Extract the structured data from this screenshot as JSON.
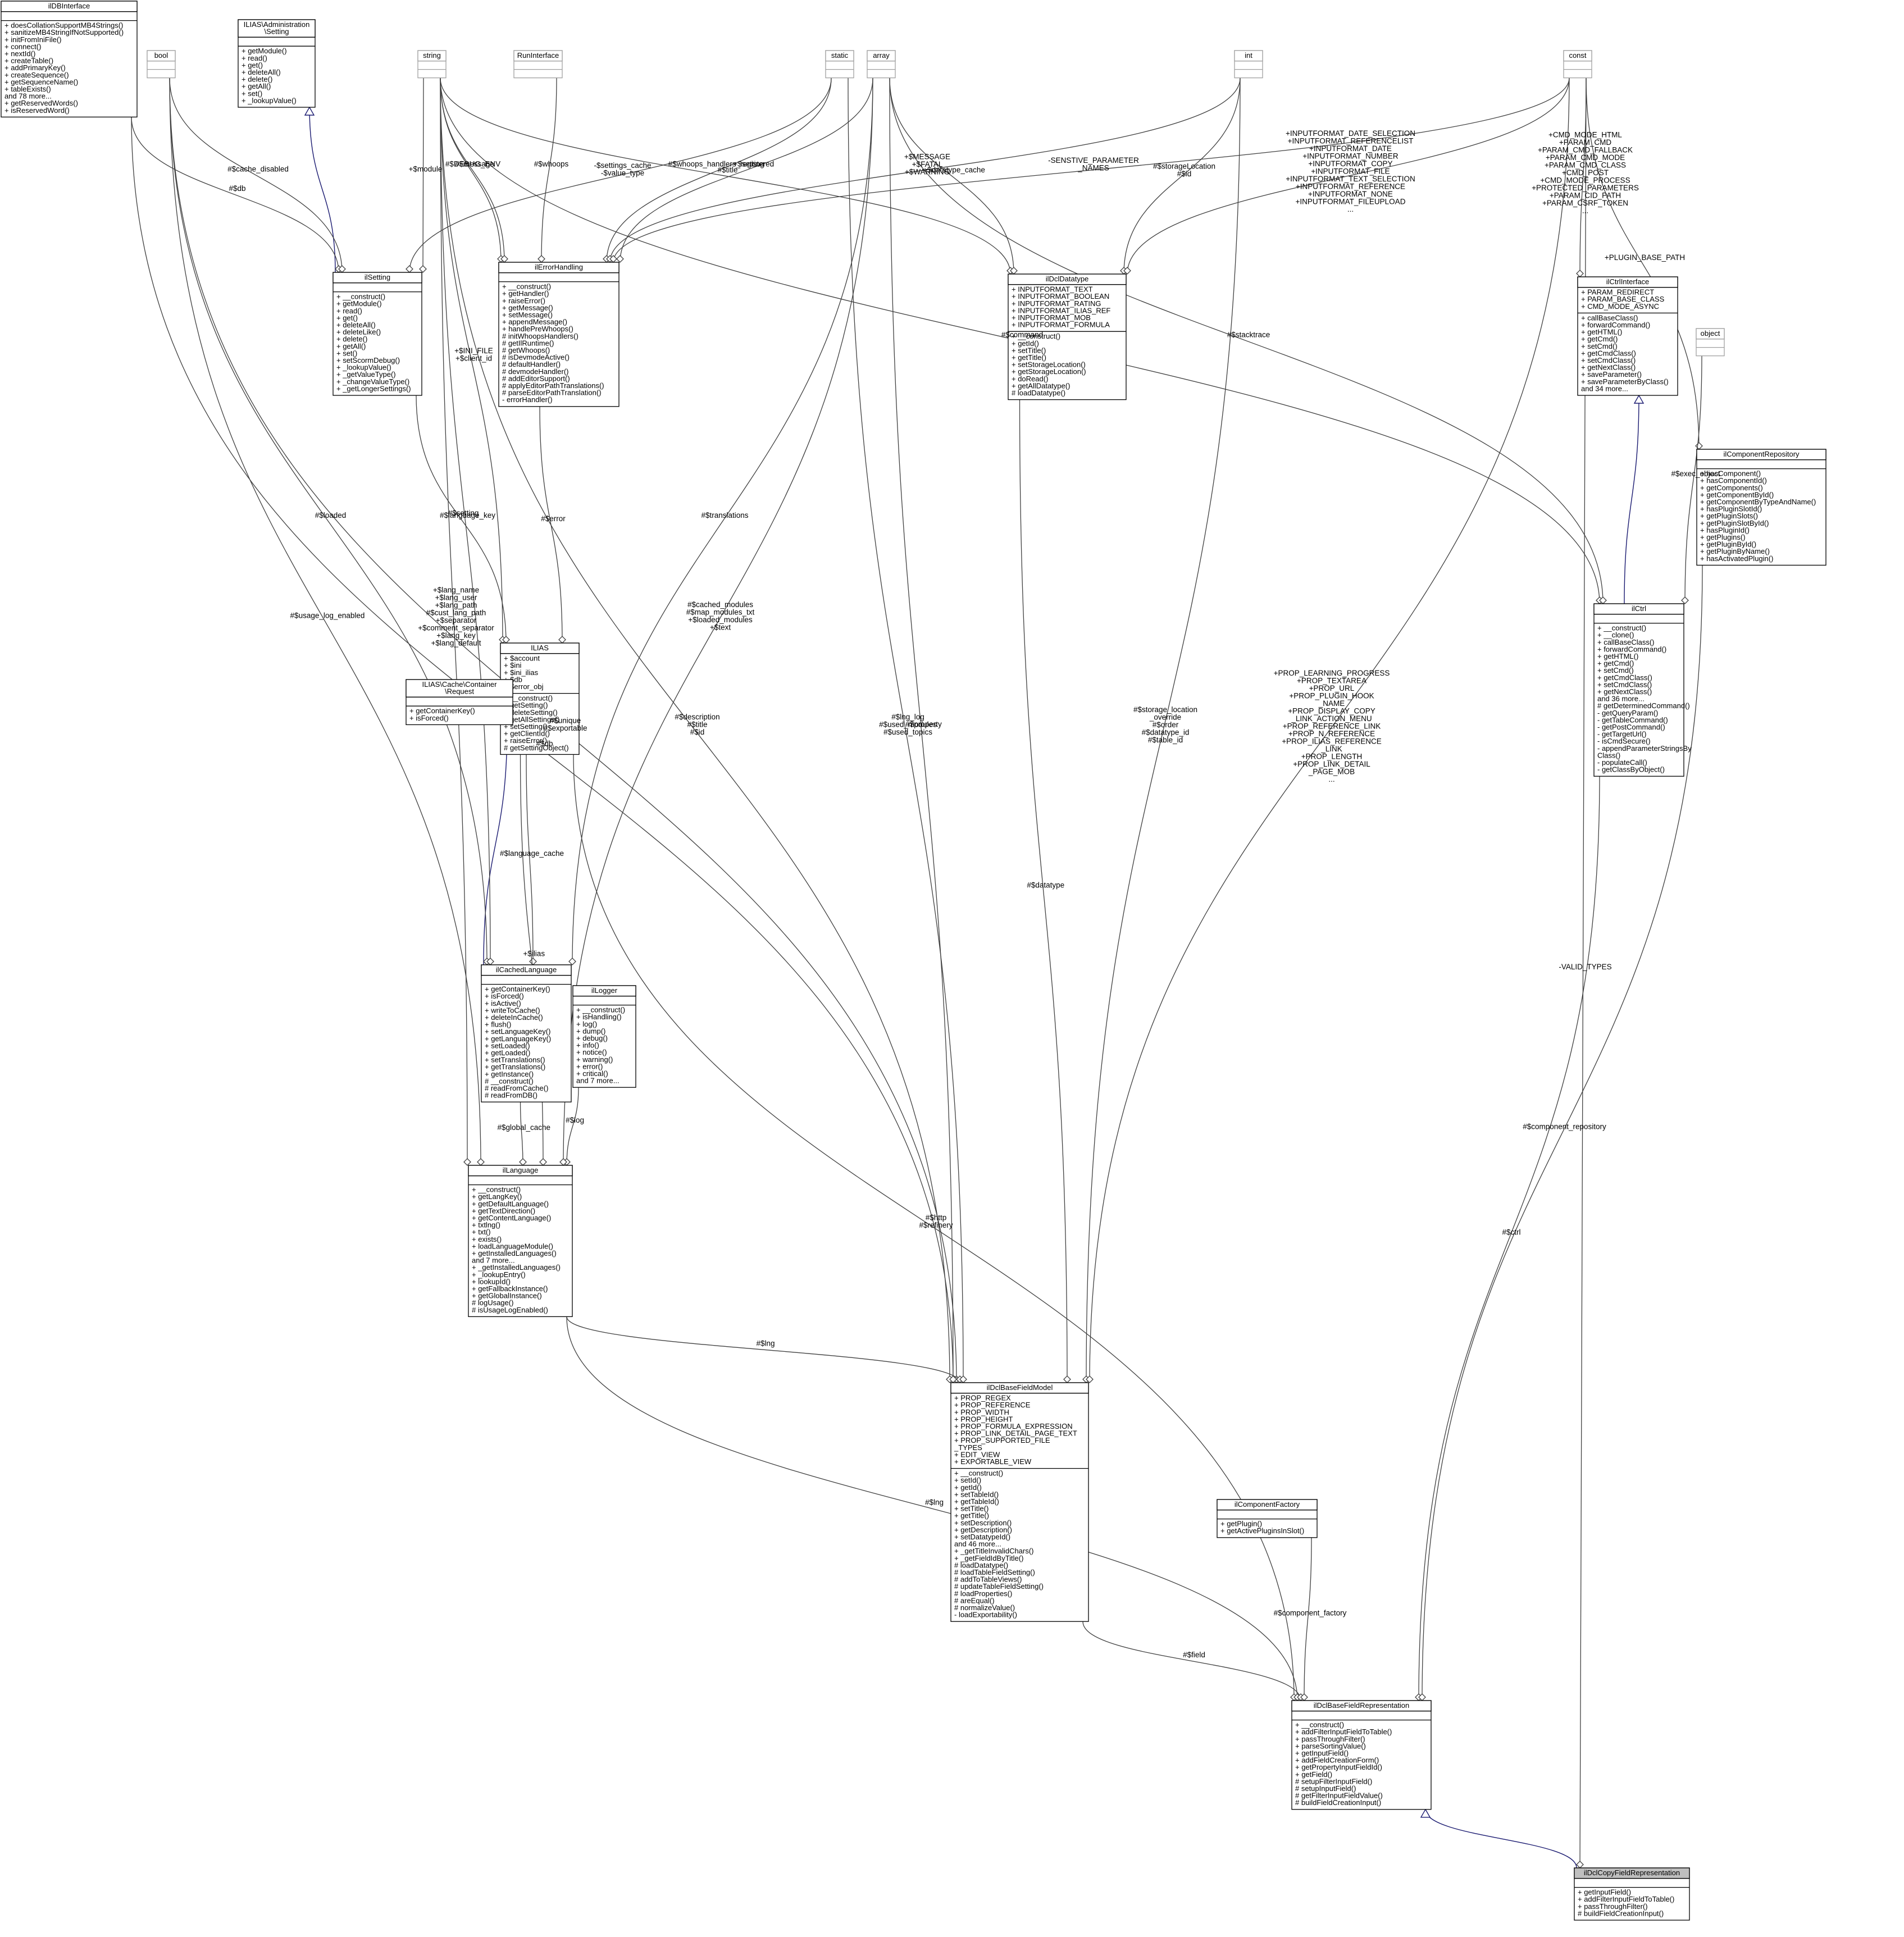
{
  "classes": [
    {
      "id": "ilDBInterface",
      "name": "ilDBInterface",
      "attrs": [],
      "methods": [
        "+ doesCollationSupportMB4Strings()",
        "+ sanitizeMB4StringIfNotSupported()",
        "+ initFromIniFile()",
        "+ connect()",
        "+ nextId()",
        "+ createTable()",
        "+ addPrimaryKey()",
        "+ createSequence()",
        "+ getSequenceName()",
        "+ tableExists()",
        "and 78 more...",
        "+ getReservedWords()",
        "+ isReservedWord()"
      ]
    },
    {
      "id": "AdminSetting",
      "name": "ILIAS\\Administration\n\\Setting",
      "attrs": [],
      "methods": [
        "+ getModule()",
        "+ read()",
        "+ get()",
        "+ deleteAll()",
        "+ delete()",
        "+ getAll()",
        "+ set()",
        "+ _lookupValue()"
      ]
    },
    {
      "id": "bool",
      "name": "bool",
      "grey": true,
      "attrs": [],
      "methods": []
    },
    {
      "id": "string",
      "name": "string",
      "grey": true,
      "attrs": [],
      "methods": []
    },
    {
      "id": "RunInterface",
      "name": "RunInterface",
      "grey": true,
      "attrs": [],
      "methods": []
    },
    {
      "id": "static",
      "name": "static",
      "grey": true,
      "attrs": [],
      "methods": []
    },
    {
      "id": "array",
      "name": "array",
      "grey": true,
      "attrs": [],
      "methods": []
    },
    {
      "id": "int",
      "name": "int",
      "grey": true,
      "attrs": [],
      "methods": []
    },
    {
      "id": "const",
      "name": "const",
      "grey": true,
      "attrs": [],
      "methods": []
    },
    {
      "id": "object",
      "name": "object",
      "grey": true,
      "attrs": [],
      "methods": []
    },
    {
      "id": "ilSetting",
      "name": "ilSetting",
      "attrs": [],
      "methods": [
        "+ __construct()",
        "+ getModule()",
        "+ read()",
        "+ get()",
        "+ deleteAll()",
        "+ deleteLike()",
        "+ delete()",
        "+ getAll()",
        "+ set()",
        "+ setScormDebug()",
        "+ _lookupValue()",
        "+ _getValueType()",
        "+ _changeValueType()",
        "+ _getLongerSettings()"
      ]
    },
    {
      "id": "ilErrorHandling",
      "name": "ilErrorHandling",
      "attrs": [],
      "methods": [
        "+ __construct()",
        "+ getHandler()",
        "+ raiseError()",
        "+ getMessage()",
        "+ setMessage()",
        "+ appendMessage()",
        "+ handlePreWhoops()",
        "# initWhoopsHandlers()",
        "# getIlRuntime()",
        "# getWhoops()",
        "# isDevmodeActive()",
        "# defaultHandler()",
        "# devmodeHandler()",
        "# addEditorSupport()",
        "# applyEditorPathTranslations()",
        "# parseEditorPathTranslation()",
        "- errorHandler()"
      ]
    },
    {
      "id": "ilDclDatatype",
      "name": "ilDclDatatype",
      "attrs": [
        "+ INPUTFORMAT_TEXT",
        "+ INPUTFORMAT_BOOLEAN",
        "+ INPUTFORMAT_RATING",
        "+ INPUTFORMAT_ILIAS_REF",
        "+ INPUTFORMAT_MOB",
        "+ INPUTFORMAT_FORMULA"
      ],
      "methods": [
        "+ __construct()",
        "+ getId()",
        "+ setTitle()",
        "+ getTitle()",
        "+ setStorageLocation()",
        "+ getStorageLocation()",
        "+ doRead()",
        "+ getAllDatatype()",
        "# loadDatatype()"
      ]
    },
    {
      "id": "ilCtrlInterface",
      "name": "ilCtrlInterface",
      "attrs": [
        "+ PARAM_REDIRECT",
        "+ PARAM_BASE_CLASS",
        "+ CMD_MODE_ASYNC"
      ],
      "methods": [
        "+ callBaseClass()",
        "+ forwardCommand()",
        "+ getHTML()",
        "+ getCmd()",
        "+ setCmd()",
        "+ getCmdClass()",
        "+ setCmdClass()",
        "+ getNextClass()",
        "+ saveParameter()",
        "+ saveParameterByClass()",
        "and 34 more..."
      ]
    },
    {
      "id": "ilComponentRepository",
      "name": "ilComponentRepository",
      "attrs": [],
      "methods": [
        "+ hasComponent()",
        "+ hasComponentId()",
        "+ getComponents()",
        "+ getComponentById()",
        "+ getComponentByTypeAndName()",
        "+ hasPluginSlotId()",
        "+ getPluginSlots()",
        "+ getPluginSlotById()",
        "+ hasPluginId()",
        "+ getPlugins()",
        "+ getPluginById()",
        "+ getPluginByName()",
        "+ hasActivatedPlugin()"
      ]
    },
    {
      "id": "ILIAS",
      "name": "ILIAS",
      "attrs": [
        "+ $account",
        "+ $ini",
        "+ $ini_ilias",
        "+ $db",
        "+ $error_obj"
      ],
      "methods": [
        "+ __construct()",
        "+ getSetting()",
        "+ deleteSetting()",
        "+ getAllSettings()",
        "+ setSetting()",
        "+ getClientId()",
        "+ raiseError()",
        "# getSettingObject()"
      ]
    },
    {
      "id": "CacheRequest",
      "name": "ILIAS\\Cache\\Container\n\\Request",
      "attrs": [],
      "methods": [
        "+ getContainerKey()",
        "+ isForced()"
      ]
    },
    {
      "id": "ilCtrl",
      "name": "ilCtrl",
      "attrs": [],
      "methods": [
        "+ __construct()",
        "+ __clone()",
        "+ callBaseClass()",
        "+ forwardCommand()",
        "+ getHTML()",
        "+ getCmd()",
        "+ setCmd()",
        "+ getCmdClass()",
        "+ setCmdClass()",
        "+ getNextClass()",
        "and 36 more...",
        "# getDeterminedCommand()",
        "- getQueryParam()",
        "- getTableCommand()",
        "- getPostCommand()",
        "- getTargetUrl()",
        "- isCmdSecure()",
        "- appendParameterStringsBy",
        "Class()",
        "- populateCall()",
        "- getClassByObject()"
      ]
    },
    {
      "id": "ilCachedLanguage",
      "name": "ilCachedLanguage",
      "attrs": [],
      "methods": [
        "+ getContainerKey()",
        "+ isForced()",
        "+ isActive()",
        "+ writeToCache()",
        "+ deleteInCache()",
        "+ flush()",
        "+ setLanguageKey()",
        "+ getLanguageKey()",
        "+ setLoaded()",
        "+ getLoaded()",
        "+ setTranslations()",
        "+ getTranslations()",
        "+ getInstance()",
        "# __construct()",
        "# readFromCache()",
        "# readFromDB()"
      ]
    },
    {
      "id": "ilLogger",
      "name": "ilLogger",
      "attrs": [],
      "methods": [
        "+ __construct()",
        "+ isHandling()",
        "+ log()",
        "+ dump()",
        "+ debug()",
        "+ info()",
        "+ notice()",
        "+ warning()",
        "+ error()",
        "+ critical()",
        "and 7 more..."
      ]
    },
    {
      "id": "ilLanguage",
      "name": "ilLanguage",
      "attrs": [],
      "methods": [
        "+ __construct()",
        "+ getLangKey()",
        "+ getDefaultLanguage()",
        "+ getTextDirection()",
        "+ getContentLanguage()",
        "+ txtlng()",
        "+ txt()",
        "+ exists()",
        "+ loadLanguageModule()",
        "+ getInstalledLanguages()",
        "and 7 more...",
        "+ _getInstalledLanguages()",
        "+ _lookupEntry()",
        "+ lookupId()",
        "+ getFallbackInstance()",
        "+ getGlobalInstance()",
        "# logUsage()",
        "# isUsageLogEnabled()"
      ]
    },
    {
      "id": "ilDclBaseFieldModel",
      "name": "ilDclBaseFieldModel",
      "attrs": [
        "+ PROP_REGEX",
        "+ PROP_REFERENCE",
        "+ PROP_WIDTH",
        "+ PROP_HEIGHT",
        "+ PROP_FORMULA_EXPRESSION",
        "+ PROP_LINK_DETAIL_PAGE_TEXT",
        "+ PROP_SUPPORTED_FILE",
        "_TYPES",
        "+ EDIT_VIEW",
        "+ EXPORTABLE_VIEW"
      ],
      "methods": [
        "+ __construct()",
        "+ setId()",
        "+ getId()",
        "+ setTableId()",
        "+ getTableId()",
        "+ setTitle()",
        "+ getTitle()",
        "+ setDescription()",
        "+ getDescription()",
        "+ setDatatypeId()",
        "and 46 more...",
        "+ _getTitleInvalidChars()",
        "+ _getFieldIdByTitle()",
        "# loadDatatype()",
        "# loadTableFieldSetting()",
        "# addToTableViews()",
        "# updateTableFieldSetting()",
        "# loadProperties()",
        "# areEqual()",
        "# normalizeValue()",
        "- loadExportability()"
      ]
    },
    {
      "id": "ilComponentFactory",
      "name": "ilComponentFactory",
      "attrs": [],
      "methods": [
        "+ getPlugin()",
        "+ getActivePluginsInSlot()"
      ]
    },
    {
      "id": "ilDclBaseFieldRepresentation",
      "name": "ilDclBaseFieldRepresentation",
      "attrs": [],
      "methods": [
        "+ __construct()",
        "+ addFilterInputFieldToTable()",
        "+ passThroughFilter()",
        "+ parseSortingValue()",
        "+ getInputField()",
        "+ addFieldCreationForm()",
        "+ getPropertyInputFieldId()",
        "+ getField()",
        "# setupFilterInputField()",
        "# setupInputField()",
        "# getFilterInputFieldValue()",
        "# buildFieldCreationInput()"
      ]
    },
    {
      "id": "ilDclCopyFieldRepresentation",
      "name": "ilDclCopyFieldRepresentation",
      "target": true,
      "attrs": [],
      "methods": [
        "+ getInputField()",
        "+ addFilterInputFieldToTable()",
        "+ passThroughFilter()",
        "# buildFieldCreationInput()"
      ]
    }
  ],
  "edges": [
    {
      "from": "AdminSetting",
      "to": "ilSetting",
      "kind": "inherit",
      "label": ""
    },
    {
      "from": "CacheRequest",
      "to": "ilCachedLanguage",
      "kind": "inherit",
      "label": ""
    },
    {
      "from": "ilCtrlInterface",
      "to": "ilCtrl",
      "kind": "inherit",
      "label": ""
    },
    {
      "from": "ilDclBaseFieldRepresentation",
      "to": "ilDclCopyFieldRepresentation",
      "kind": "inherit",
      "label": ""
    },
    {
      "from": "ilDBInterface",
      "to": "ilSetting",
      "kind": "assoc",
      "label": "#$db"
    },
    {
      "from": "bool",
      "to": "ilSetting",
      "kind": "assoc",
      "label": "#$cache_disabled"
    },
    {
      "from": "string",
      "to": "ilSetting",
      "kind": "assoc",
      "label": "+$module"
    },
    {
      "from": "static",
      "to": "ilSetting",
      "kind": "assoc",
      "label": "-$settings_cache\n-$value_type"
    },
    {
      "from": "string",
      "to": "ilErrorHandling",
      "kind": "assoc",
      "label": "#$DEBUG_ENV"
    },
    {
      "from": "string",
      "to": "ilErrorHandling",
      "kind": "assoc",
      "label": "#$message"
    },
    {
      "from": "RunInterface",
      "to": "ilErrorHandling",
      "kind": "assoc",
      "label": "#$whoops"
    },
    {
      "from": "array",
      "to": "ilErrorHandling",
      "kind": "assoc",
      "label": "+$setting"
    },
    {
      "from": "static",
      "to": "ilErrorHandling",
      "kind": "assoc",
      "label": "#$whoops_handlers_registered"
    },
    {
      "from": "int",
      "to": "ilErrorHandling",
      "kind": "assoc",
      "label": "+$MESSAGE\n+$FATAL\n+$WARNING"
    },
    {
      "from": "const",
      "to": "ilErrorHandling",
      "kind": "assoc",
      "label": "-SENSTIVE_PARAMETER\n_NAMES"
    },
    {
      "from": "string",
      "to": "ilDclDatatype",
      "kind": "assoc",
      "label": "#$title"
    },
    {
      "from": "array",
      "to": "ilDclDatatype",
      "kind": "assoc",
      "label": "+$datatype_cache"
    },
    {
      "from": "int",
      "to": "ilDclDatatype",
      "kind": "assoc",
      "label": "#$storageLocation\n#$id"
    },
    {
      "from": "const",
      "to": "ilDclDatatype",
      "kind": "assoc",
      "label": "+INPUTFORMAT_DATE_SELECTION\n+INPUTFORMAT_REFERENCELIST\n+INPUTFORMAT_DATE\n+INPUTFORMAT_NUMBER\n+INPUTFORMAT_COPY\n+INPUTFORMAT_FILE\n+INPUTFORMAT_TEXT_SELECTION\n+INPUTFORMAT_REFERENCE\n+INPUTFORMAT_NONE\n+INPUTFORMAT_FILEUPLOAD\n..."
    },
    {
      "from": "const",
      "to": "ilCtrlInterface",
      "kind": "assoc",
      "label": "+CMD_MODE_HTML\n+PARAM_CMD\n+PARAM_CMD_FALLBACK\n+PARAM_CMD_MODE\n+PARAM_CMD_CLASS\n+CMD_POST\n+CMD_MODE_PROCESS\n+PROTECTED_PARAMETERS\n+PARAM_CID_PATH\n+PARAM_CSRF_TOKEN\n..."
    },
    {
      "from": "const",
      "to": "ilComponentRepository",
      "kind": "assoc",
      "label": "+PLUGIN_BASE_PATH"
    },
    {
      "from": "string",
      "to": "ILIAS",
      "kind": "assoc",
      "label": "+$INI_FILE\n+$client_id"
    },
    {
      "from": "ilSetting",
      "to": "ILIAS",
      "kind": "assoc",
      "label": "#$setting"
    },
    {
      "from": "ilErrorHandling",
      "to": "ILIAS",
      "kind": "assoc",
      "label": "#$error"
    },
    {
      "from": "string",
      "to": "ilCtrl",
      "kind": "assoc",
      "label": "#$command"
    },
    {
      "from": "array",
      "to": "ilCtrl",
      "kind": "assoc",
      "label": "#$stacktrace"
    },
    {
      "from": "object",
      "to": "ilCtrl",
      "kind": "assoc",
      "label": "#$exec_object"
    },
    {
      "from": "bool",
      "to": "ilCachedLanguage",
      "kind": "assoc",
      "label": "#$loaded"
    },
    {
      "from": "string",
      "to": "ilCachedLanguage",
      "kind": "assoc",
      "label": "#$language_key"
    },
    {
      "from": "array",
      "to": "ilCachedLanguage",
      "kind": "assoc",
      "label": "#$translations"
    },
    {
      "from": "ILIAS",
      "to": "ilCachedLanguage",
      "kind": "assoc",
      "label": "#$language_cache"
    },
    {
      "from": "ilCachedLanguage",
      "to": "ilLanguage",
      "kind": "assoc",
      "label": "#$global_cache"
    },
    {
      "from": "ilLogger",
      "to": "ilLanguage",
      "kind": "assoc",
      "label": "#$log"
    },
    {
      "from": "ILIAS",
      "to": "ilLanguage",
      "kind": "assoc",
      "label": "+$ilias"
    },
    {
      "from": "bool",
      "to": "ilLanguage",
      "kind": "assoc",
      "label": "#$usage_log_enabled"
    },
    {
      "from": "string",
      "to": "ilLanguage",
      "kind": "assoc",
      "label": "+$lang_name\n+$lang_user\n+$lang_path\n#$cust_lang_path\n+$separator\n+$comment_separator\n+$lang_key\n+$lang_default"
    },
    {
      "from": "array",
      "to": "ilLanguage",
      "kind": "assoc",
      "label": "#$cached_modules\n#$map_modules_txt\n+$loaded_modules\n+$text"
    },
    {
      "from": "ilDBInterface",
      "to": "ilDclBaseFieldModel",
      "kind": "assoc",
      "label": "#$db"
    },
    {
      "from": "bool",
      "to": "ilDclBaseFieldModel",
      "kind": "assoc",
      "label": "#$unique\n#$exportable"
    },
    {
      "from": "ilLanguage",
      "to": "ilDclBaseFieldModel",
      "kind": "assoc",
      "label": "#$lng"
    },
    {
      "from": "static",
      "to": "ilDclBaseFieldModel",
      "kind": "assoc",
      "label": "#$lng_log\n#$used_modules\n#$used_topics"
    },
    {
      "from": "string",
      "to": "ilDclBaseFieldModel",
      "kind": "assoc",
      "label": "#$description\n#$title\n#$id"
    },
    {
      "from": "array",
      "to": "ilDclBaseFieldModel",
      "kind": "assoc",
      "label": "#$property"
    },
    {
      "from": "ilDclDatatype",
      "to": "ilDclBaseFieldModel",
      "kind": "assoc",
      "label": "#$datatype"
    },
    {
      "from": "int",
      "to": "ilDclBaseFieldModel",
      "kind": "assoc",
      "label": "#$storage_location\n_override\n#$order\n#$datatype_id\n#$table_id"
    },
    {
      "from": "const",
      "to": "ilDclBaseFieldModel",
      "kind": "assoc",
      "label": "+PROP_LEARNING_PROGRESS\n+PROP_TEXTAREA\n+PROP_URL\n+PROP_PLUGIN_HOOK\n_NAME\n+PROP_DISPLAY_COPY\n_LINK_ACTION_MENU\n+PROP_REFERENCE_LINK\n+PROP_N_REFERENCE\n+PROP_ILIAS_REFERENCE\n_LINK\n+PROP_LENGTH\n+PROP_LINK_DETAIL\n_PAGE_MOB\n..."
    },
    {
      "from": "ILIAS",
      "to": "ilDclBaseFieldRepresentation",
      "kind": "assoc",
      "label": "#$http\n#$refinery"
    },
    {
      "from": "ilLanguage",
      "to": "ilDclBaseFieldRepresentation",
      "kind": "assoc",
      "label": "#$lng"
    },
    {
      "from": "ilDclBaseFieldModel",
      "to": "ilDclBaseFieldRepresentation",
      "kind": "assoc",
      "label": "#$field"
    },
    {
      "from": "ilComponentFactory",
      "to": "ilDclBaseFieldRepresentation",
      "kind": "assoc",
      "label": "#$component_factory"
    },
    {
      "from": "ilCtrl",
      "to": "ilDclBaseFieldRepresentation",
      "kind": "assoc",
      "label": "#$ctrl"
    },
    {
      "from": "ilComponentRepository",
      "to": "ilDclBaseFieldRepresentation",
      "kind": "assoc",
      "label": "#$component_repository"
    },
    {
      "from": "const",
      "to": "ilDclCopyFieldRepresentation",
      "kind": "assoc",
      "label": "-VALID_TYPES"
    }
  ]
}
